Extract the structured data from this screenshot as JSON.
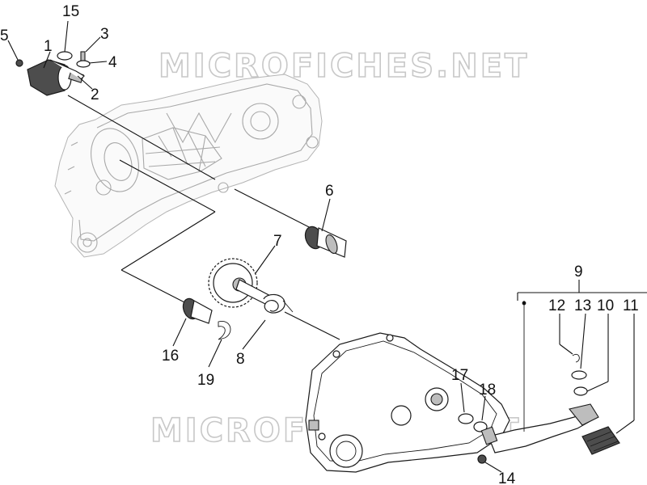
{
  "watermark": {
    "top_text": "MICROFICHES.NET",
    "bottom_text": "MICROFICHES.NET"
  },
  "callouts": {
    "c1": "1",
    "c2": "2",
    "c3": "3",
    "c4": "4",
    "c5": "5",
    "c6": "6",
    "c7": "7",
    "c8": "8",
    "c9": "9",
    "c10": "10",
    "c11": "11",
    "c12": "12",
    "c13": "13",
    "c14": "14",
    "c15": "15",
    "c16": "16",
    "c17": "17",
    "c18": "18",
    "c19": "19"
  },
  "colors": {
    "ink": "#111111",
    "ghost_line": "#a9a9a9",
    "watermark": "#c8c8c8",
    "background": "#ffffff"
  }
}
